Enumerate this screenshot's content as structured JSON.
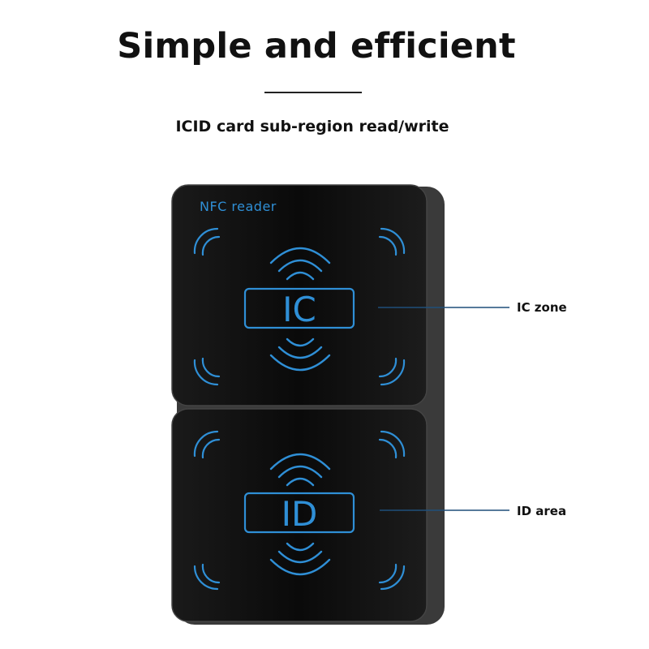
{
  "header": {
    "title": "Simple and efficient",
    "subtitle": "ICID card sub-region read/write"
  },
  "device": {
    "brand_label": "NFC  reader",
    "top_zone_text": "IC",
    "bottom_zone_text": "ID"
  },
  "callouts": {
    "ic_label": "IC zone",
    "id_label": "ID area"
  },
  "colors": {
    "accent_blue": "#2f8fd6",
    "device_body": "#050505"
  }
}
